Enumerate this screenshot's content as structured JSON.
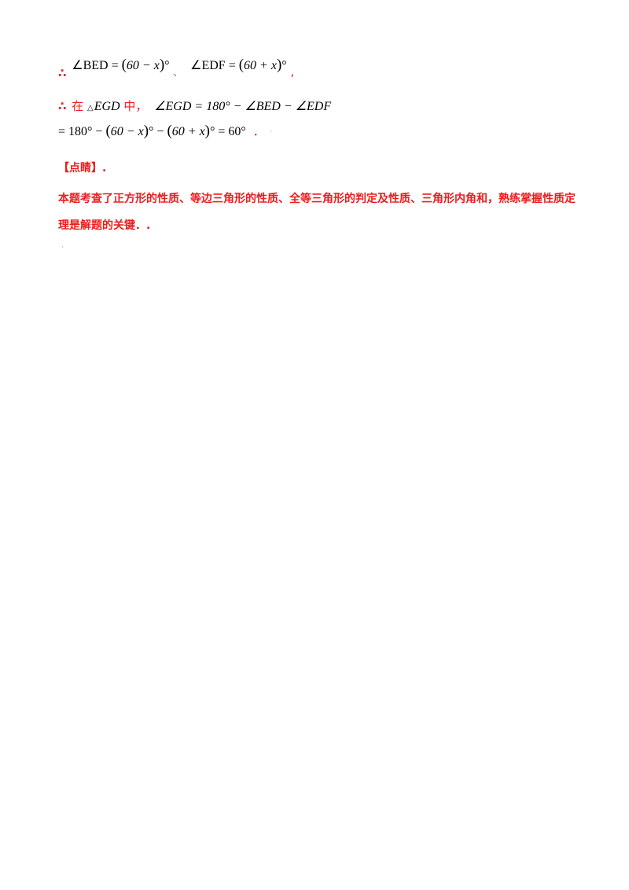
{
  "line1": {
    "therefore": "∴",
    "expr1_pre": "∠BED = ",
    "expr1_inner": "60 − x",
    "degree": "°",
    "sep": "、",
    "expr2_pre": "∠EDF = ",
    "expr2_inner": "60 + x",
    "end": ","
  },
  "line2": {
    "therefore": "∴",
    "zai": "在",
    "triangle": "△",
    "tri_name": "EGD",
    "zhong": "中，",
    "expr": "∠EGD = 180° − ∠BED − ∠EDF"
  },
  "line3": {
    "expr_a": "= 180° − ",
    "inner_a": "60 − x",
    "expr_b": "° − ",
    "inner_b": "60 + x",
    "expr_c": "° = 60°",
    "end": "．"
  },
  "heading": "【点睛】.",
  "comment": "本题考查了正方形的性质、等边三角形的性质、全等三角形的判定及性质、三角形内角和，熟练掌握性质定理是解题的关键．.",
  "marks": {
    "dot": "·"
  }
}
